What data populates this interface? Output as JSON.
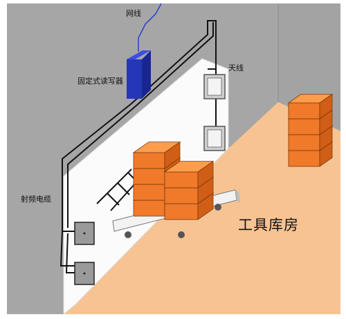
{
  "labels": {
    "network_cable": "网线",
    "fixed_reader": "固定式读写器",
    "antenna": "天线",
    "rf_cable": "射频电缆",
    "room_name": "工具库房"
  },
  "colors": {
    "wall": "#a6a6a6",
    "right_wall": "#a3a3a3",
    "floor": "#f8c393",
    "partition": "#fbfbfb",
    "reader": "#1f2fa8",
    "network_line": "#2a3fd0",
    "box_front": "#f07a2a",
    "box_top": "#fb9d4c",
    "box_side": "#d05e16",
    "cart": "#f2f2f2"
  }
}
